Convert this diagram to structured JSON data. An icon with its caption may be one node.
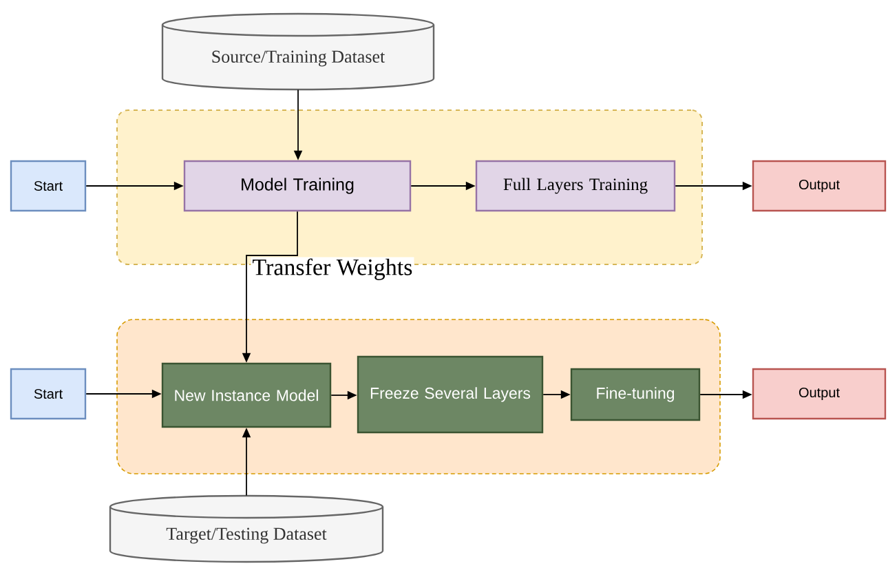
{
  "diagram": {
    "nodes": [
      {
        "text": [
          "Source/Training Dataset"
        ]
      },
      {
        "text": [],
        "shape": "box"
      },
      {
        "text": [
          "Start"
        ]
      },
      {
        "text": [
          "Model Training"
        ],
        "in": 1
      },
      {
        "text": [
          "Full Layers Training"
        ],
        "in": 1
      },
      {
        "text": [
          "Output"
        ]
      },
      {
        "text": [],
        "shape": "box"
      },
      {
        "text": [
          "Start"
        ]
      },
      {
        "text": [
          "New Instance Model"
        ],
        "in": 6
      },
      {
        "text": [
          "Freeze Several Layers"
        ],
        "in": 6
      },
      {
        "text": [
          "Fine-tuning"
        ],
        "in": 6
      },
      {
        "text": [
          "Output"
        ]
      },
      {
        "text": [
          "Target/Testing Dataset"
        ]
      }
    ],
    "edges": [
      {
        "from": 0,
        "to": 3,
        "arrow": "to"
      },
      {
        "from": 2,
        "to": 3,
        "arrow": "to"
      },
      {
        "from": 3,
        "to": 4,
        "arrow": "to"
      },
      {
        "from": 4,
        "to": 5,
        "arrow": "to"
      },
      {
        "from": 3,
        "to": 8,
        "arrow": "to",
        "label": "Transfer Weights"
      },
      {
        "from": 7,
        "to": 8,
        "arrow": "to"
      },
      {
        "from": 8,
        "to": 9,
        "arrow": "to"
      },
      {
        "from": 9,
        "to": 10,
        "arrow": "to"
      },
      {
        "from": 10,
        "to": 11,
        "arrow": "to"
      },
      {
        "from": 12,
        "to": 8,
        "arrow": "to"
      }
    ]
  }
}
